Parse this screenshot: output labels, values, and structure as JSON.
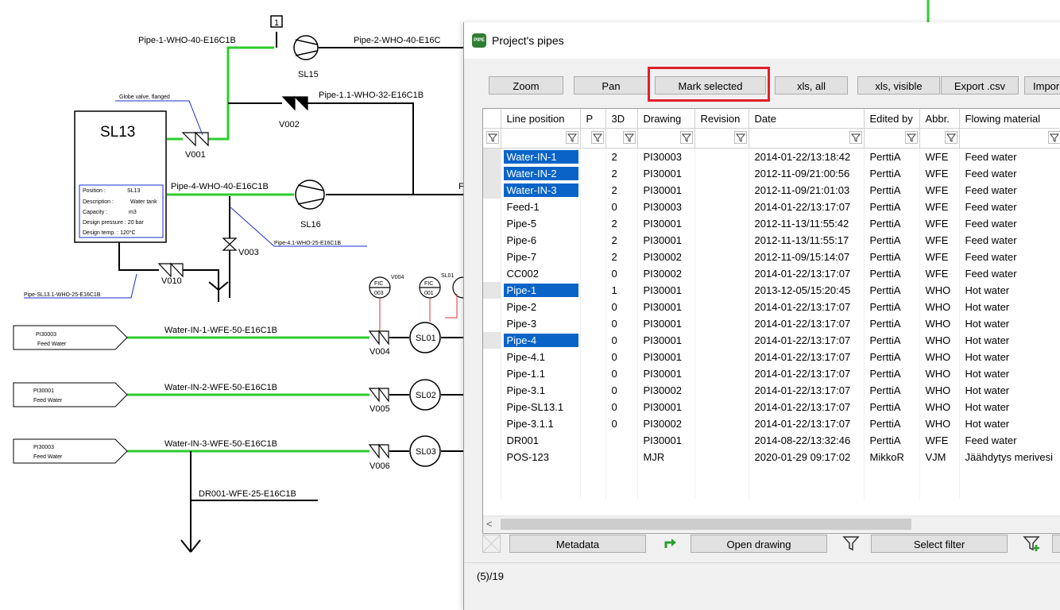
{
  "window": {
    "title": "Project's pipes",
    "icon_text": "PIPE"
  },
  "toolbar": {
    "zoom": "Zoom",
    "pan": "Pan",
    "mark_selected": "Mark selected",
    "xls_all": "xls, all",
    "xls_visible": "xls, visible",
    "export_csv": "Export .csv",
    "import": "Impor"
  },
  "table": {
    "columns": [
      "Line position",
      "P",
      "3D",
      "Drawing",
      "Revision",
      "Date",
      "Edited by",
      "Abbr.",
      "Flowing material"
    ],
    "rows": [
      {
        "line": "Water-IN-1",
        "p": "",
        "d3": "2",
        "drawing": "PI30003",
        "rev": "",
        "date": "2014-01-22/13:18:42",
        "editor": "PerttiA",
        "abbr": "WFE",
        "material": "Feed water",
        "selected": true
      },
      {
        "line": "Water-IN-2",
        "p": "",
        "d3": "2",
        "drawing": "PI30001",
        "rev": "",
        "date": "2012-11-09/21:00:56",
        "editor": "PerttiA",
        "abbr": "WFE",
        "material": "Feed water",
        "selected": true
      },
      {
        "line": "Water-IN-3",
        "p": "",
        "d3": "2",
        "drawing": "PI30001",
        "rev": "",
        "date": "2012-11-09/21:01:03",
        "editor": "PerttiA",
        "abbr": "WFE",
        "material": "Feed water",
        "selected": true
      },
      {
        "line": "Feed-1",
        "p": "",
        "d3": "0",
        "drawing": "PI30003",
        "rev": "",
        "date": "2014-01-22/13:17:07",
        "editor": "PerttiA",
        "abbr": "WFE",
        "material": "Feed water",
        "selected": false
      },
      {
        "line": "Pipe-5",
        "p": "",
        "d3": "2",
        "drawing": "PI30001",
        "rev": "",
        "date": "2012-11-13/11:55:42",
        "editor": "PerttiA",
        "abbr": "WFE",
        "material": "Feed water",
        "selected": false
      },
      {
        "line": "Pipe-6",
        "p": "",
        "d3": "2",
        "drawing": "PI30001",
        "rev": "",
        "date": "2012-11-13/11:55:17",
        "editor": "PerttiA",
        "abbr": "WFE",
        "material": "Feed water",
        "selected": false
      },
      {
        "line": "Pipe-7",
        "p": "",
        "d3": "2",
        "drawing": "PI30002",
        "rev": "",
        "date": "2012-11-09/15:14:07",
        "editor": "PerttiA",
        "abbr": "WFE",
        "material": "Feed water",
        "selected": false
      },
      {
        "line": "CC002",
        "p": "",
        "d3": "0",
        "drawing": "PI30002",
        "rev": "",
        "date": "2014-01-22/13:17:07",
        "editor": "PerttiA",
        "abbr": "WFE",
        "material": "Feed water",
        "selected": false
      },
      {
        "line": "Pipe-1",
        "p": "",
        "d3": "1",
        "drawing": "PI30001",
        "rev": "",
        "date": "2013-12-05/15:20:45",
        "editor": "PerttiA",
        "abbr": "WHO",
        "material": "Hot water",
        "selected": true
      },
      {
        "line": "Pipe-2",
        "p": "",
        "d3": "0",
        "drawing": "PI30001",
        "rev": "",
        "date": "2014-01-22/13:17:07",
        "editor": "PerttiA",
        "abbr": "WHO",
        "material": "Hot water",
        "selected": false
      },
      {
        "line": "Pipe-3",
        "p": "",
        "d3": "0",
        "drawing": "PI30001",
        "rev": "",
        "date": "2014-01-22/13:17:07",
        "editor": "PerttiA",
        "abbr": "WHO",
        "material": "Hot water",
        "selected": false
      },
      {
        "line": "Pipe-4",
        "p": "",
        "d3": "0",
        "drawing": "PI30001",
        "rev": "",
        "date": "2014-01-22/13:17:07",
        "editor": "PerttiA",
        "abbr": "WHO",
        "material": "Hot water",
        "selected": true
      },
      {
        "line": "Pipe-4.1",
        "p": "",
        "d3": "0",
        "drawing": "PI30001",
        "rev": "",
        "date": "2014-01-22/13:17:07",
        "editor": "PerttiA",
        "abbr": "WHO",
        "material": "Hot water",
        "selected": false
      },
      {
        "line": "Pipe-1.1",
        "p": "",
        "d3": "0",
        "drawing": "PI30001",
        "rev": "",
        "date": "2014-01-22/13:17:07",
        "editor": "PerttiA",
        "abbr": "WHO",
        "material": "Hot water",
        "selected": false
      },
      {
        "line": "Pipe-3.1",
        "p": "",
        "d3": "0",
        "drawing": "PI30002",
        "rev": "",
        "date": "2014-01-22/13:17:07",
        "editor": "PerttiA",
        "abbr": "WHO",
        "material": "Hot water",
        "selected": false
      },
      {
        "line": "Pipe-SL13.1",
        "p": "",
        "d3": "0",
        "drawing": "PI30001",
        "rev": "",
        "date": "2014-01-22/13:17:07",
        "editor": "PerttiA",
        "abbr": "WHO",
        "material": "Hot water",
        "selected": false
      },
      {
        "line": "Pipe-3.1.1",
        "p": "",
        "d3": "0",
        "drawing": "PI30002",
        "rev": "",
        "date": "2014-01-22/13:17:07",
        "editor": "PerttiA",
        "abbr": "WHO",
        "material": "Hot water",
        "selected": false
      },
      {
        "line": "DR001",
        "p": "",
        "d3": "",
        "drawing": "PI30001",
        "rev": "",
        "date": "2014-08-22/13:32:46",
        "editor": "PerttiA",
        "abbr": "WFE",
        "material": "Feed water",
        "selected": false
      },
      {
        "line": "POS-123",
        "p": "",
        "d3": "",
        "drawing": "MJR",
        "rev": "",
        "date": "2020-01-29 09:17:02",
        "editor": "MikkoR",
        "abbr": "VJM",
        "material": "Jäähdytys merivesi",
        "selected": false
      }
    ]
  },
  "bottom": {
    "metadata": "Metadata",
    "open_drawing": "Open drawing",
    "select_filter": "Select filter"
  },
  "status": "(5)/19",
  "diagram": {
    "pipe1": "Pipe-1-WHO-40-E16C1B",
    "pipe2": "Pipe-2-WHO-40-E16C",
    "pipe11": "Pipe-1.1-WHO-32-E16C1B",
    "pipe4": "Pipe-4-WHO-40-E16C1B",
    "pipe41": "Pipe-4.1-WHO-25-E16C1B",
    "pipe_sl131": "Pipe-SL13.1-WHO-25-E16C1B",
    "globe_valve": "Globe valve, flanged",
    "water_in1": "Water-IN-1-WFE-50-E16C1B",
    "water_in2": "Water-IN-2-WFE-50-E16C1B",
    "water_in3": "Water-IN-3-WFE-50-E16C1B",
    "dr001": "DR001-WFE-25-E16C1B",
    "sl15": "SL15",
    "sl16": "SL16",
    "sl13": "SL13",
    "v001": "V001",
    "v002": "V002",
    "v003": "V003",
    "v010": "V010",
    "v004": "V004",
    "v005": "V005",
    "v006": "V006",
    "sl01": "SL01",
    "sl02": "SL02",
    "sl03": "SL03",
    "fic": "FIC",
    "fic003": "003",
    "fic001": "001",
    "tag_v004": "V004",
    "tag_sl01": "SL01",
    "box1_num": "1",
    "ref1_code": "PI30003",
    "ref1_text": "Feed Water",
    "ref2_code": "PI30001",
    "ref2_text": "Feed Water",
    "ref3_code": "PI30003",
    "ref3_text": "Feed Water",
    "cut_label": "F",
    "tank_info": [
      [
        "Position :",
        "SL13"
      ],
      [
        "Description :",
        "Water tank"
      ],
      [
        "Capacity :",
        "m3"
      ],
      [
        "Design pressure : 20 bar",
        ""
      ],
      [
        "Design temp. :  120°C",
        ""
      ]
    ]
  },
  "colors": {
    "pipe_green": "#2ecc2e",
    "select_blue": "#0a64c8",
    "highlight_red": "#e0202a",
    "annotation_blue": "#1a2cd6"
  }
}
